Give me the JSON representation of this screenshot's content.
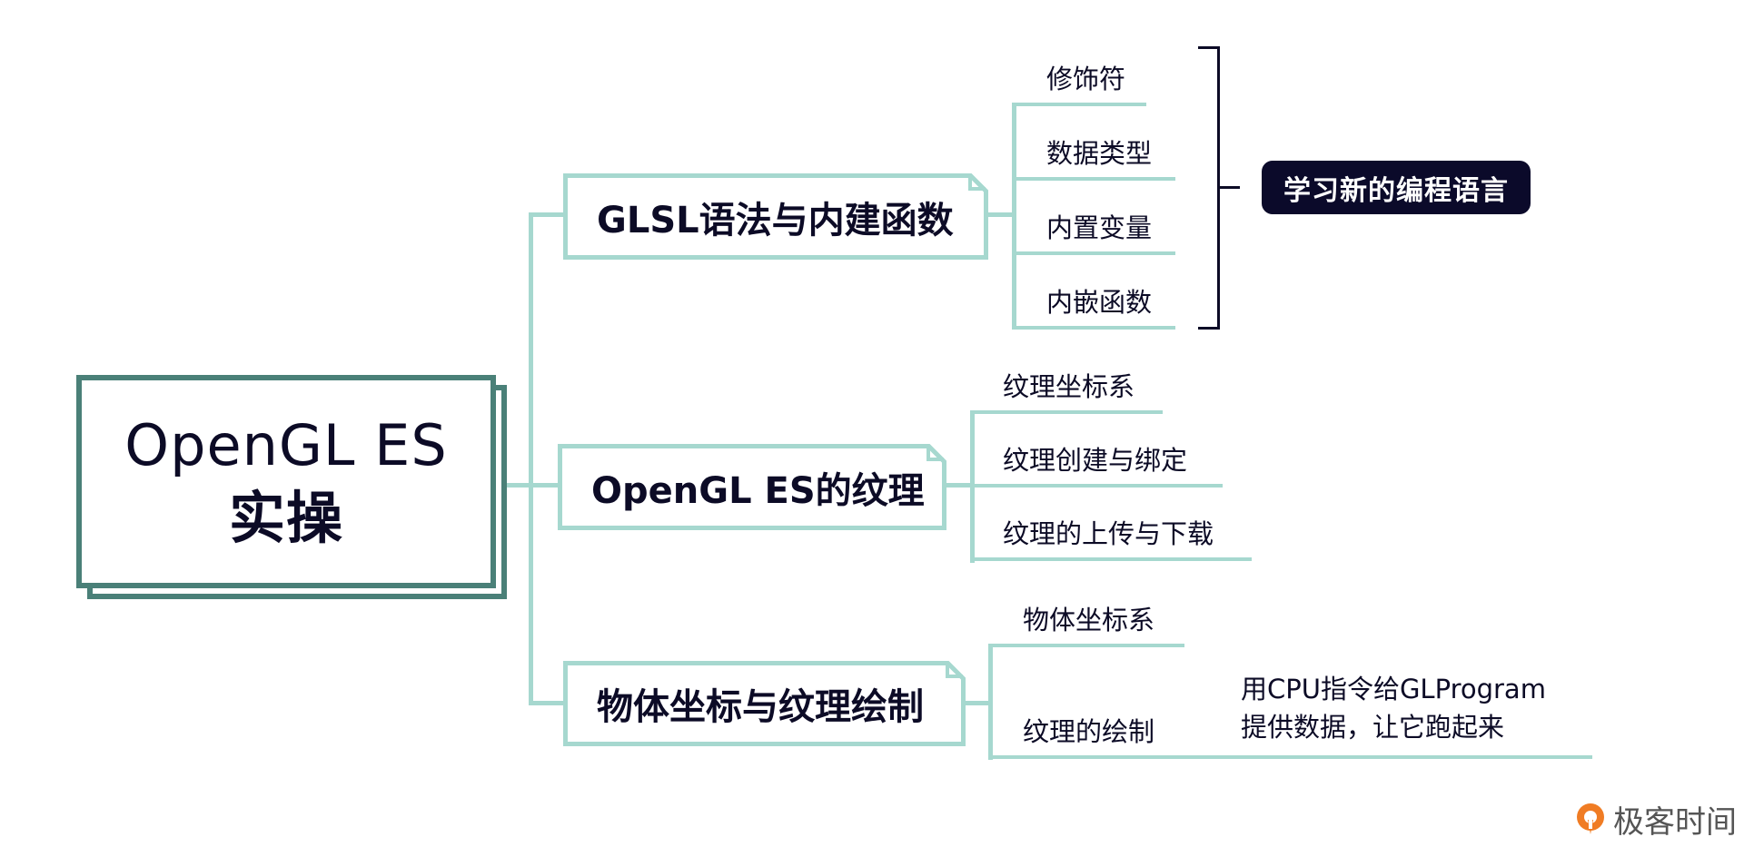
{
  "root": {
    "line1": "OpenGL ES",
    "line2": "实操"
  },
  "topics": [
    {
      "label": "GLSL语法与内建函数",
      "children": [
        "修饰符",
        "数据类型",
        "内置变量",
        "内嵌函数"
      ],
      "summary": "学习新的编程语言"
    },
    {
      "label": "OpenGL ES的纹理",
      "children": [
        "纹理坐标系",
        "纹理创建与绑定",
        "纹理的上传与下载"
      ]
    },
    {
      "label": "物体坐标与纹理绘制",
      "children": [
        "物体坐标系",
        "纹理的绘制"
      ],
      "note": {
        "line1": "用CPU指令给GLProgram",
        "line2": "提供数据，让它跑起来"
      }
    }
  ],
  "brand": {
    "name": "极客时间",
    "icon": "geektime-logo-icon",
    "color": "#f07c24"
  },
  "colors": {
    "connector": "#a6d8cf",
    "root_border": "#4a8078",
    "summary_bg": "#0b0a2a",
    "text": "#0c0b26"
  }
}
